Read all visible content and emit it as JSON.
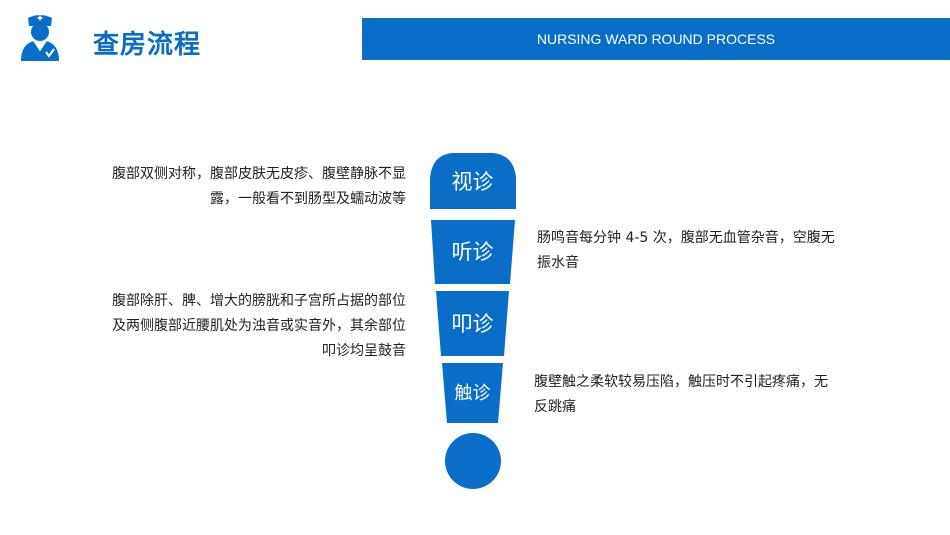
{
  "header": {
    "title": "查房流程",
    "banner_text": "NURSING WARD ROUND PROCESS"
  },
  "steps": [
    {
      "label": "视诊",
      "description": "腹部双侧对称，腹部皮肤无皮疹、腹壁静脉不显露，一般看不到肠型及蠕动波等"
    },
    {
      "label": "听诊",
      "description": "肠鸣音每分钟 4-5 次，腹部无血管杂音，空腹无振水音"
    },
    {
      "label": "叩诊",
      "description": "腹部除肝、脾、增大的膀胱和子宫所占据的部位及两侧腹部近腰肌处为浊音或实音外，其余部位叩诊均呈鼓音"
    },
    {
      "label": "触诊",
      "description": "腹壁触之柔软较易压陷，触压时不引起疼痛，无反跳痛"
    }
  ],
  "colors": {
    "accent": "#0a6ec8"
  },
  "icons": {
    "logo": "nurse-icon"
  }
}
